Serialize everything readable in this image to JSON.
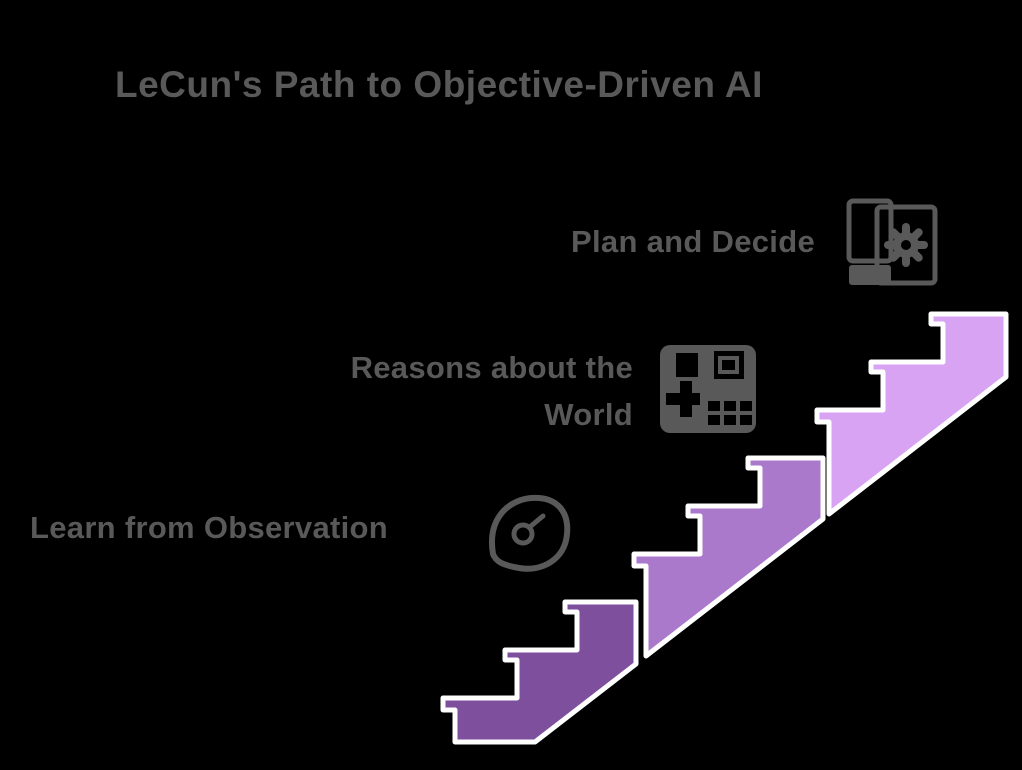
{
  "title": "LeCun's Path to Objective-Driven AI",
  "steps": [
    {
      "id": "learn",
      "label": "Learn from Observation",
      "icon": "eye-observation-icon",
      "stair_level": "bottom"
    },
    {
      "id": "reason",
      "label": "Reasons about the World",
      "label_line1": "Reasons about the",
      "label_line2": "World",
      "icon": "world-model-icon",
      "stair_level": "middle"
    },
    {
      "id": "plan",
      "label": "Plan and Decide",
      "icon": "gear-plan-icon",
      "stair_level": "top"
    }
  ],
  "colors": {
    "background": "#000000",
    "text": "#595959",
    "icon": "#595959",
    "stair_outline": "#ffffff",
    "stair_bottom": "#7e4f9c",
    "stair_middle": "#ab79cc",
    "stair_top": "#d9a3f3"
  }
}
